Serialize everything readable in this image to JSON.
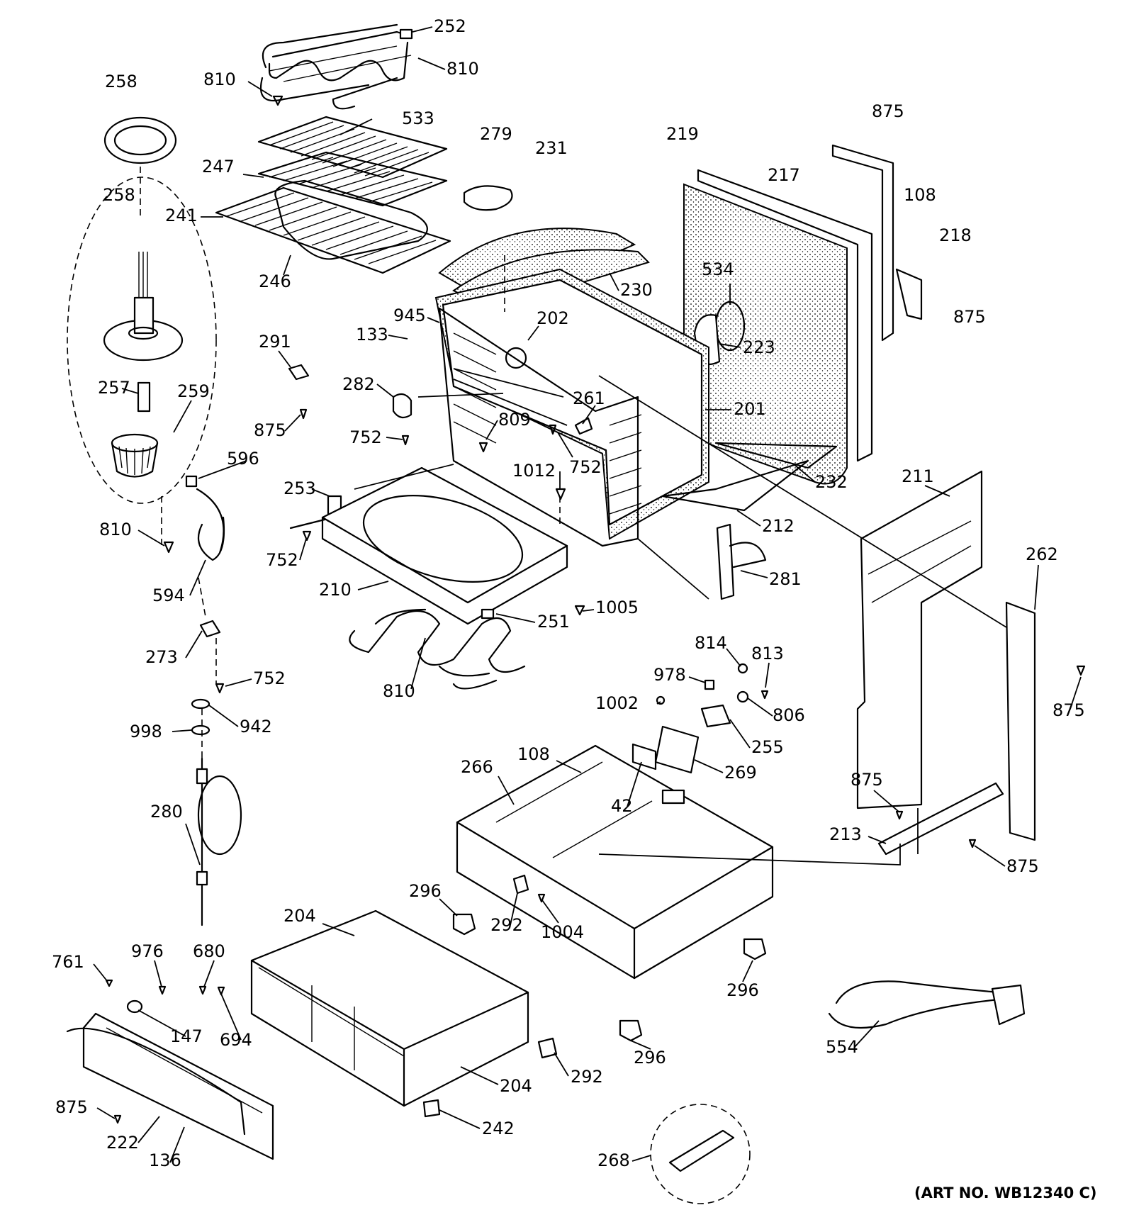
{
  "callouts": [
    "252",
    "810",
    "810",
    "258",
    "533",
    "258",
    "279",
    "231",
    "219",
    "875",
    "217",
    "108",
    "218",
    "875",
    "247",
    "241",
    "246",
    "230",
    "534",
    "223",
    "945",
    "133",
    "202",
    "291",
    "282",
    "261",
    "201",
    "257",
    "259",
    "875",
    "752",
    "809",
    "752",
    "596",
    "253",
    "1012",
    "232",
    "212",
    "211",
    "262",
    "810",
    "752",
    "594",
    "210",
    "1005",
    "281",
    "251",
    "273",
    "752",
    "810",
    "814",
    "813",
    "978",
    "1002",
    "806",
    "875",
    "942",
    "998",
    "255",
    "108",
    "269",
    "266",
    "42",
    "875",
    "213",
    "875",
    "280",
    "296",
    "292",
    "1004",
    "204",
    "296",
    "761",
    "976",
    "680",
    "147",
    "694",
    "296",
    "554",
    "292",
    "204",
    "875",
    "222",
    "136",
    "242",
    "268"
  ],
  "art_number": "(ART NO. WB12340 C)"
}
